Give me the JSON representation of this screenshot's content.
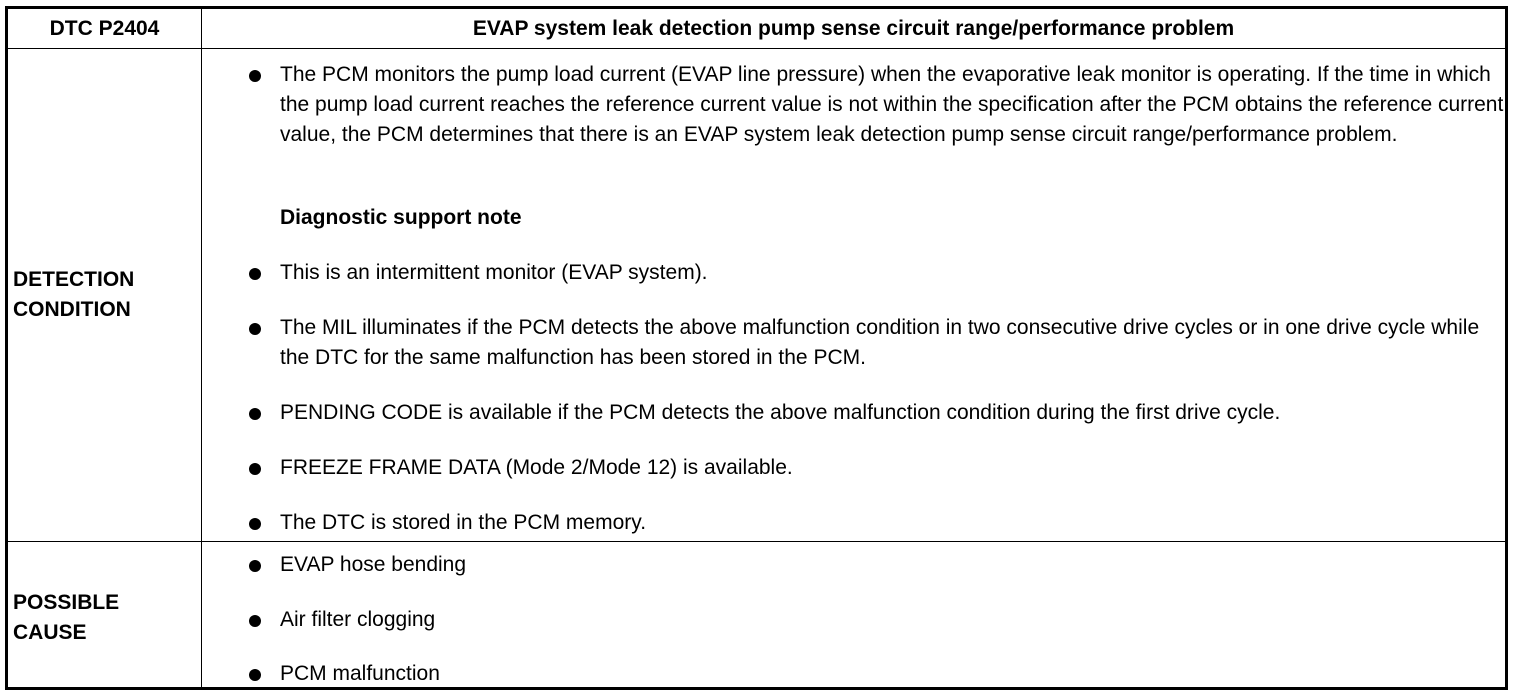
{
  "header": {
    "code": "DTC P2404",
    "title": "EVAP system leak detection pump sense circuit range/performance problem"
  },
  "detection": {
    "label": "DETECTION CONDITION",
    "description": "The PCM monitors the pump load current (EVAP line pressure) when the evaporative leak monitor is operating. If the time in which the pump load current reaches the reference current value is not within the specification after the PCM obtains the reference current value, the PCM determines that there is an EVAP system leak detection pump sense circuit range/performance problem.",
    "support_heading": "Diagnostic support note",
    "notes": [
      "This is an intermittent monitor (EVAP system).",
      "The MIL illuminates if the PCM detects the above malfunction condition in two consecutive drive cycles or in one drive cycle while the DTC for the same malfunction has been stored in the PCM.",
      "PENDING CODE is available if the PCM detects the above malfunction condition during the first drive cycle.",
      "FREEZE FRAME DATA (Mode 2/Mode 12) is available.",
      "The DTC is stored in the PCM memory."
    ]
  },
  "possible_cause": {
    "label": "POSSIBLE CAUSE",
    "items": [
      "EVAP hose bending",
      "Air filter clogging",
      "PCM malfunction"
    ]
  }
}
